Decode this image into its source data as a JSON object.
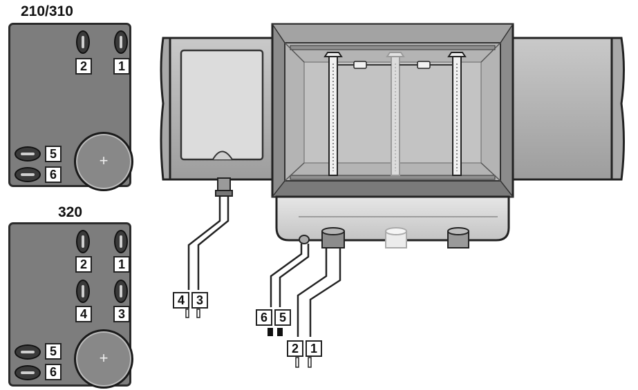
{
  "panel_top": {
    "title": "210/310",
    "labels": {
      "slot1": "1",
      "slot2": "2",
      "slot5": "5",
      "slot6": "6"
    },
    "knob_symbol": "+"
  },
  "panel_bottom": {
    "title": "320",
    "labels": {
      "slot1": "1",
      "slot2": "2",
      "slot3": "3",
      "slot4": "4",
      "slot5": "5",
      "slot6": "6"
    },
    "knob_symbol": "+"
  },
  "wire_labels": {
    "w4": "4",
    "w3": "3",
    "w6": "6",
    "w5": "5",
    "w2": "2",
    "w1": "1"
  }
}
